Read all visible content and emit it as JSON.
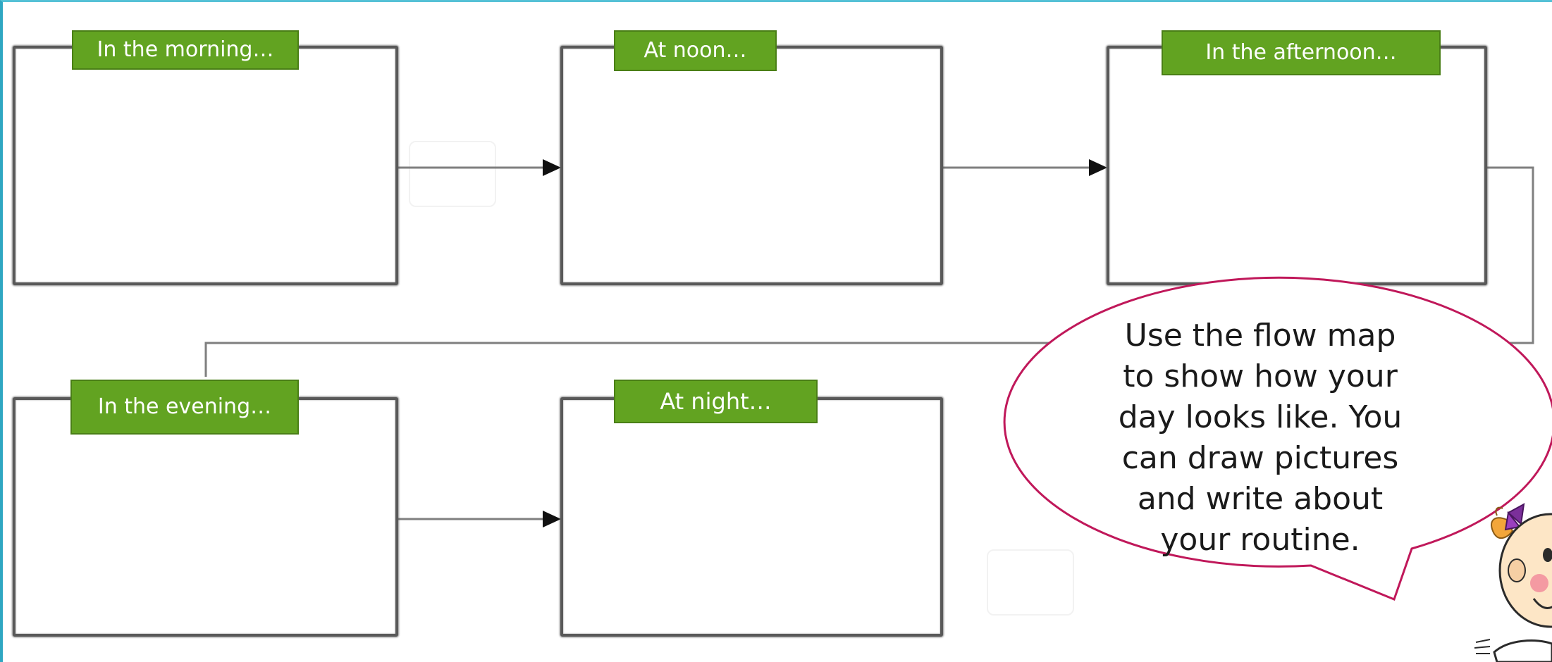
{
  "diagram": {
    "boxes": [
      {
        "label": "In the morning…"
      },
      {
        "label": "At noon…"
      },
      {
        "label": "In the afternoon…"
      },
      {
        "label": "In the evening…"
      },
      {
        "label": "At night…"
      }
    ],
    "callout": {
      "text": "Use the flow map to show how your day looks like. You can draw pictures and write about your routine."
    }
  },
  "colors": {
    "label_fill": "#62a321",
    "label_text": "#ffffff",
    "box_border": "#595959",
    "connector": "#7f7f7f",
    "bubble_stroke": "#c0185a",
    "frame_accent": "#2fa7c2"
  },
  "icons": {
    "character": "cartoon-girl-icon"
  }
}
